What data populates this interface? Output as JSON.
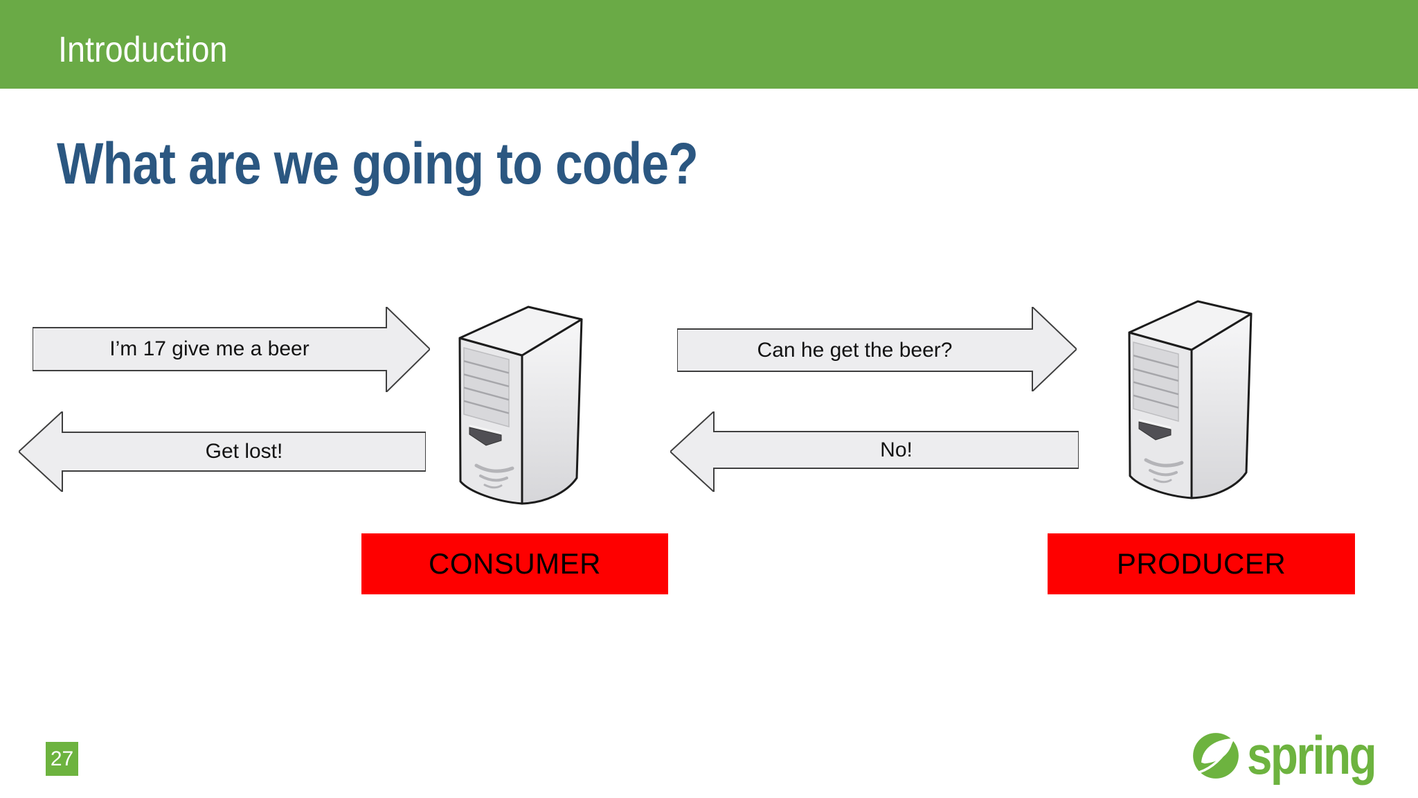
{
  "header": {
    "label": "Introduction"
  },
  "title": "What are we going to code?",
  "diagram": {
    "left": {
      "request": "I’m 17 give me a beer",
      "response": "Get lost!",
      "node": "CONSUMER"
    },
    "right": {
      "request": "Can he get the beer?",
      "response": "No!",
      "node": "PRODUCER"
    }
  },
  "footer": {
    "page_number": "27",
    "brand_wordmark": "spring"
  },
  "icons": {
    "server": "server-tower-icon",
    "brand": "spring-leaf-icon"
  },
  "colors": {
    "header_green": "#6aaa46",
    "spring_green": "#6db33f",
    "title_blue": "#2b5781",
    "label_red": "#fe0000",
    "arrow_fill": "#ededef",
    "arrow_border": "#3f3f3f"
  }
}
